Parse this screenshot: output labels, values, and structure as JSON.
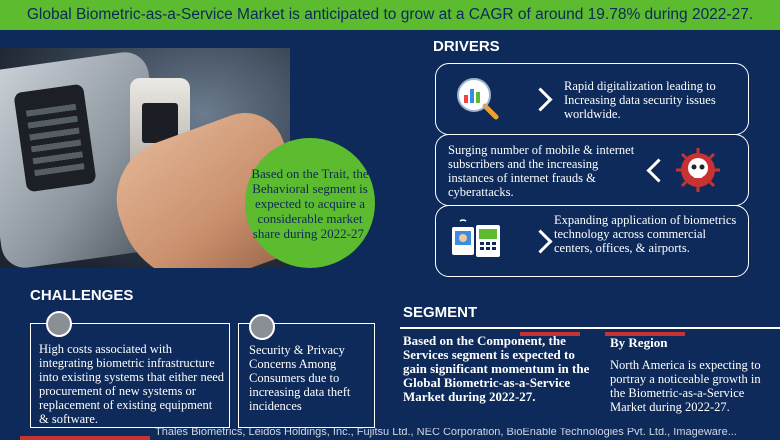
{
  "banner": {
    "text": "Global Biometric-as-a-Service Market is anticipated to grow at a CAGR of around 19.78% during 2022-27."
  },
  "bubble": {
    "text": "Based on the Trait, the Behavioral segment is expected to acquire a considerable market share during 2022-27."
  },
  "drivers": {
    "heading": "DRIVERS",
    "items": [
      {
        "text": "Rapid digitalization leading to Increasing data security issues worldwide.",
        "icon": "analytics-icon"
      },
      {
        "text": "Surging number of mobile & internet subscribers and the increasing instances of internet frauds & cyberattacks.",
        "icon": "cyber-threat-skull-icon"
      },
      {
        "text": "Expanding application of biometrics technology across commercial centers, offices, & airports.",
        "icon": "biometric-terminal-icon"
      }
    ]
  },
  "challenges": {
    "heading": "CHALLENGES",
    "items": [
      {
        "text": "High costs associated with integrating biometric infrastructure into existing systems that either need procurement of new systems or replacement of existing equipment & software."
      },
      {
        "text": "Security & Privacy Concerns Among Consumers due to increasing data theft incidences"
      }
    ]
  },
  "segment": {
    "heading": "SEGMENT",
    "component_text": "Based on the Component, the Services segment is expected to gain significant momentum in the Global Biometric-as-a-Service Market during 2022-27.",
    "region_title": "By Region",
    "region_text": "North America is expecting to portray a noticeable growth in the Biometric-as-a-Service Market during 2022-27."
  },
  "footer": {
    "text": "Thales Biometrics, Leidos Holdings, Inc., Fujitsu Ltd., NEC Corporation, BioEnable Technologies Pvt. Ltd., Imageware..."
  },
  "colors": {
    "background": "#0d2a5a",
    "accent_green": "#5dbb2f",
    "accent_red": "#c83232"
  }
}
